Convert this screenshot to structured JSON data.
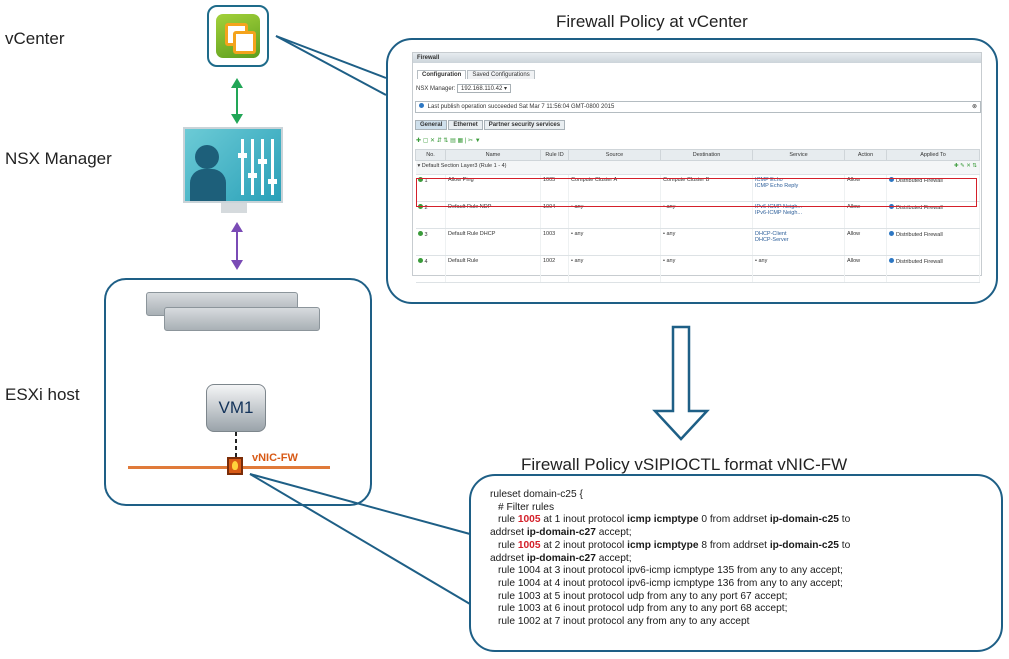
{
  "labels": {
    "vcenter": "vCenter",
    "nsx_manager": "NSX Manager",
    "esxi_host": "ESXi host",
    "vm1": "VM1",
    "vnic_fw": "vNIC-FW"
  },
  "titles": {
    "fw_policy_vcenter": "Firewall Policy at vCenter",
    "fw_policy_vsip": "Firewall Policy vSIPIOCTL format  vNIC-FW"
  },
  "colors": {
    "border_blue": "#1e5f86",
    "arrow_green": "#22a657",
    "arrow_purple": "#7a4bb5",
    "highlight_red": "#d4202a",
    "vnic_orange": "#d85a16"
  },
  "firewall_ui": {
    "header": "Firewall",
    "tabs": [
      "Configuration",
      "Saved Configurations"
    ],
    "nsx_manager_label": "NSX Manager:",
    "nsx_manager_value": "192.168.110.42",
    "publish_message": "Last publish operation succeeded Sat Mar 7 11:56:04 GMT-0800 2015",
    "subtabs": [
      "General",
      "Ethernet",
      "Partner security services"
    ],
    "columns": [
      "No.",
      "Name",
      "Rule ID",
      "Source",
      "Destination",
      "Service",
      "Action",
      "Applied To"
    ],
    "section": "Default Section Layer3 (Rule 1 - 4)",
    "rows": [
      {
        "no": "1",
        "name": "Allow Ping",
        "rule_id": "1005",
        "source": "Compute Cluster A",
        "destination": "Compute Cluster B",
        "service": "ICMP Echo",
        "service2": "ICMP Echo Reply",
        "action": "Allow",
        "applied_to": "Distributed Firewall"
      },
      {
        "no": "2",
        "name": "Default Rule NDP",
        "rule_id": "1004",
        "source": "any",
        "destination": "any",
        "service": "IPv6-ICMP Neigh...",
        "service2": "IPv6-ICMP Neigh...",
        "action": "Allow",
        "applied_to": "Distributed Firewall"
      },
      {
        "no": "3",
        "name": "Default Rule DHCP",
        "rule_id": "1003",
        "source": "any",
        "destination": "any",
        "service": "DHCP-Client",
        "service2": "DHCP-Server",
        "action": "Allow",
        "applied_to": "Distributed Firewall"
      },
      {
        "no": "4",
        "name": "Default Rule",
        "rule_id": "1002",
        "source": "any",
        "destination": "any",
        "service": "any",
        "service2": "",
        "action": "Allow",
        "applied_to": "Distributed Firewall"
      }
    ]
  },
  "ruleset": {
    "l1": "ruleset domain-c25 {",
    "l2": "# Filter rules",
    "r1_a": "rule ",
    "r1_id": "1005",
    "r1_b": " at 1 inout protocol ",
    "r1_c": "icmp icmptype",
    "r1_d": " 0 from addrset ",
    "r1_e": "ip-domain-c25",
    "r1_f": " to",
    "r1_g": "addrset ",
    "r1_h": "ip-domain-c27",
    "r1_i": " accept;",
    "r2_a": "rule ",
    "r2_id": "1005",
    "r2_b": " at 2 inout protocol ",
    "r2_c": "icmp icmptype",
    "r2_d": " 8 from addrset ",
    "r2_e": "ip-domain-c25",
    "r2_f": " to",
    "r2_g": "addrset ",
    "r2_h": "ip-domain-c27",
    "r2_i": " accept;",
    "plain": [
      "rule 1004 at 3 inout protocol ipv6-icmp icmptype 135 from any to any accept;",
      "rule 1004 at 4 inout protocol ipv6-icmp icmptype 136 from any to any accept;",
      "rule 1003 at 5 inout protocol udp from any to any port 67 accept;",
      "rule 1003 at 6 inout protocol udp from any to any port 68 accept;",
      "rule 1002 at 7 inout protocol any from any to any accept"
    ]
  }
}
